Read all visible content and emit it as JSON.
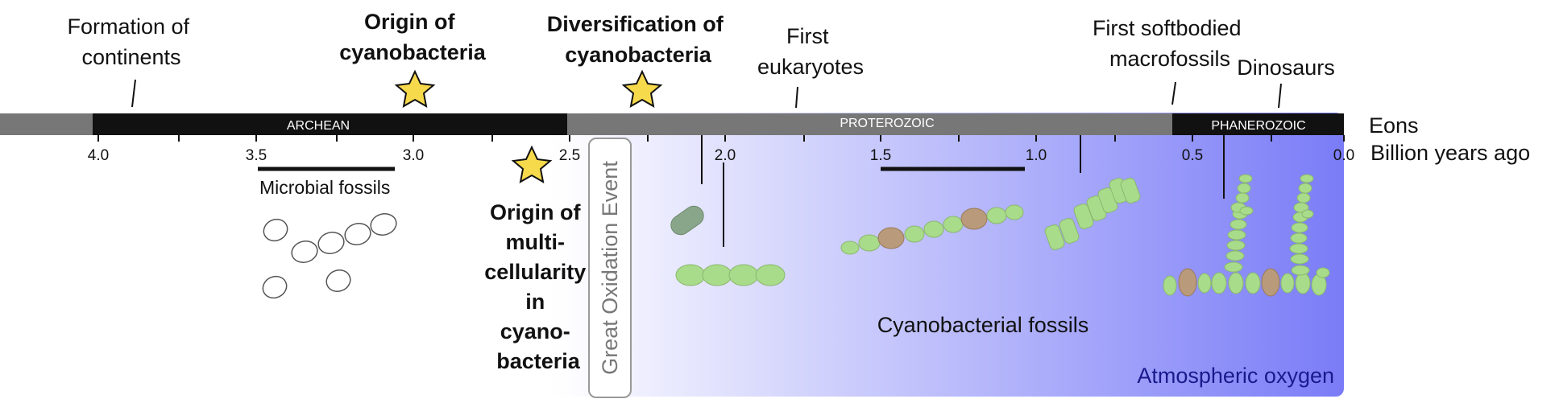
{
  "timeline": {
    "eons_label": "Eons",
    "units_label": "Billion years ago",
    "eons": [
      {
        "name": "ARCHEAN",
        "color": "#111111",
        "start": 4.0,
        "end": 2.5
      },
      {
        "name": "PROTEROZOIC",
        "color": "#777777",
        "start": 2.5,
        "end": 0.54
      },
      {
        "name": "PHANEROZOIC",
        "color": "#111111",
        "start": 0.54,
        "end": 0.0
      }
    ],
    "ticks": [
      "4.0",
      "3.5",
      "3.0",
      "2.5",
      "2.0",
      "1.5",
      "1.0",
      "0.5",
      "0.0"
    ]
  },
  "events_above": [
    {
      "id": "formation-of-continents",
      "lines": [
        "Formation of",
        "continents"
      ],
      "bold": false
    },
    {
      "id": "origin-of-cyanobacteria",
      "lines": [
        "Origin of",
        "cyanobacteria"
      ],
      "bold": true
    },
    {
      "id": "diversification-of-cyanobacteria",
      "lines": [
        "Diversification of",
        "cyanobacteria"
      ],
      "bold": true
    },
    {
      "id": "first-eukaryotes",
      "lines": [
        "First",
        "eukaryotes"
      ],
      "bold": false
    },
    {
      "id": "first-softbodied-macrofossils",
      "lines": [
        "First softbodied",
        "macrofossils"
      ],
      "bold": false
    },
    {
      "id": "dinosaurs",
      "lines": [
        "Dinosaurs"
      ],
      "bold": false
    }
  ],
  "multicellularity": {
    "lines": [
      "Origin of",
      "multi-",
      "cellularity",
      "in",
      "cyano-",
      "bacteria"
    ]
  },
  "great_oxidation_event": "Great Oxidation Event",
  "microbial_fossils": "Microbial fossils",
  "cyanobacterial_fossils": "Cyanobacterial fossils",
  "atmospheric_oxygen": "Atmospheric oxygen",
  "colors": {
    "star_fill": "#f7d94c",
    "oxygen_gradient_start": "#ffffff",
    "oxygen_gradient_end": "#7a7cf7",
    "oxygen_text": "#1a1a8c",
    "fossil_green": "#a9dc8a",
    "fossil_brown": "#b99a7a",
    "fossil_dark_green": "#8aa68a"
  }
}
